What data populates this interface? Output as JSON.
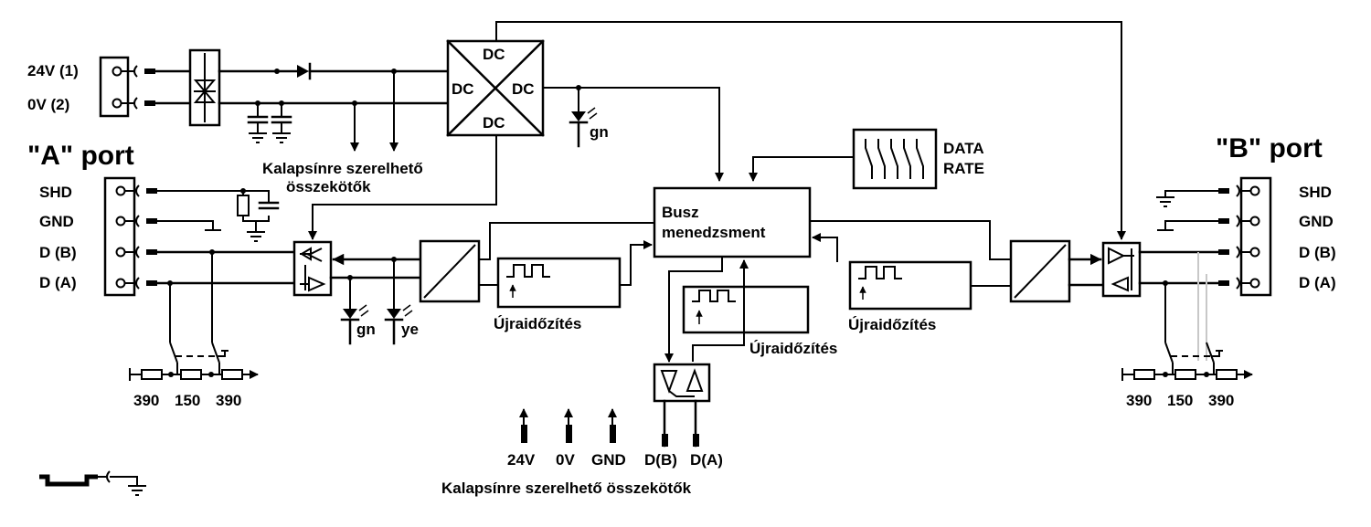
{
  "power": {
    "in1": "24V (1)",
    "in2": "0V  (2)"
  },
  "ports": {
    "a_title": "\"A\" port",
    "b_title": "\"B\" port",
    "signals": [
      "SHD",
      "GND",
      "D (B)",
      "D (A)"
    ]
  },
  "converter": {
    "labels": [
      "DC",
      "DC",
      "DC",
      "DC"
    ]
  },
  "leds": {
    "green": "gn",
    "yellow": "ye"
  },
  "rail_connectors": "Kalapsínre szerelhető\nösszekötők",
  "data_rate": [
    "DATA",
    "RATE"
  ],
  "bus_manager": [
    "Busz",
    "menedzsment"
  ],
  "retiming": "Újraidőzítés",
  "termination": [
    "390",
    "150",
    "390"
  ],
  "bottom_pins": [
    "24V",
    "0V",
    "GND",
    "D(B)",
    "D(A)"
  ],
  "bottom_caption": "Kalapsínre szerelhető összekötők"
}
